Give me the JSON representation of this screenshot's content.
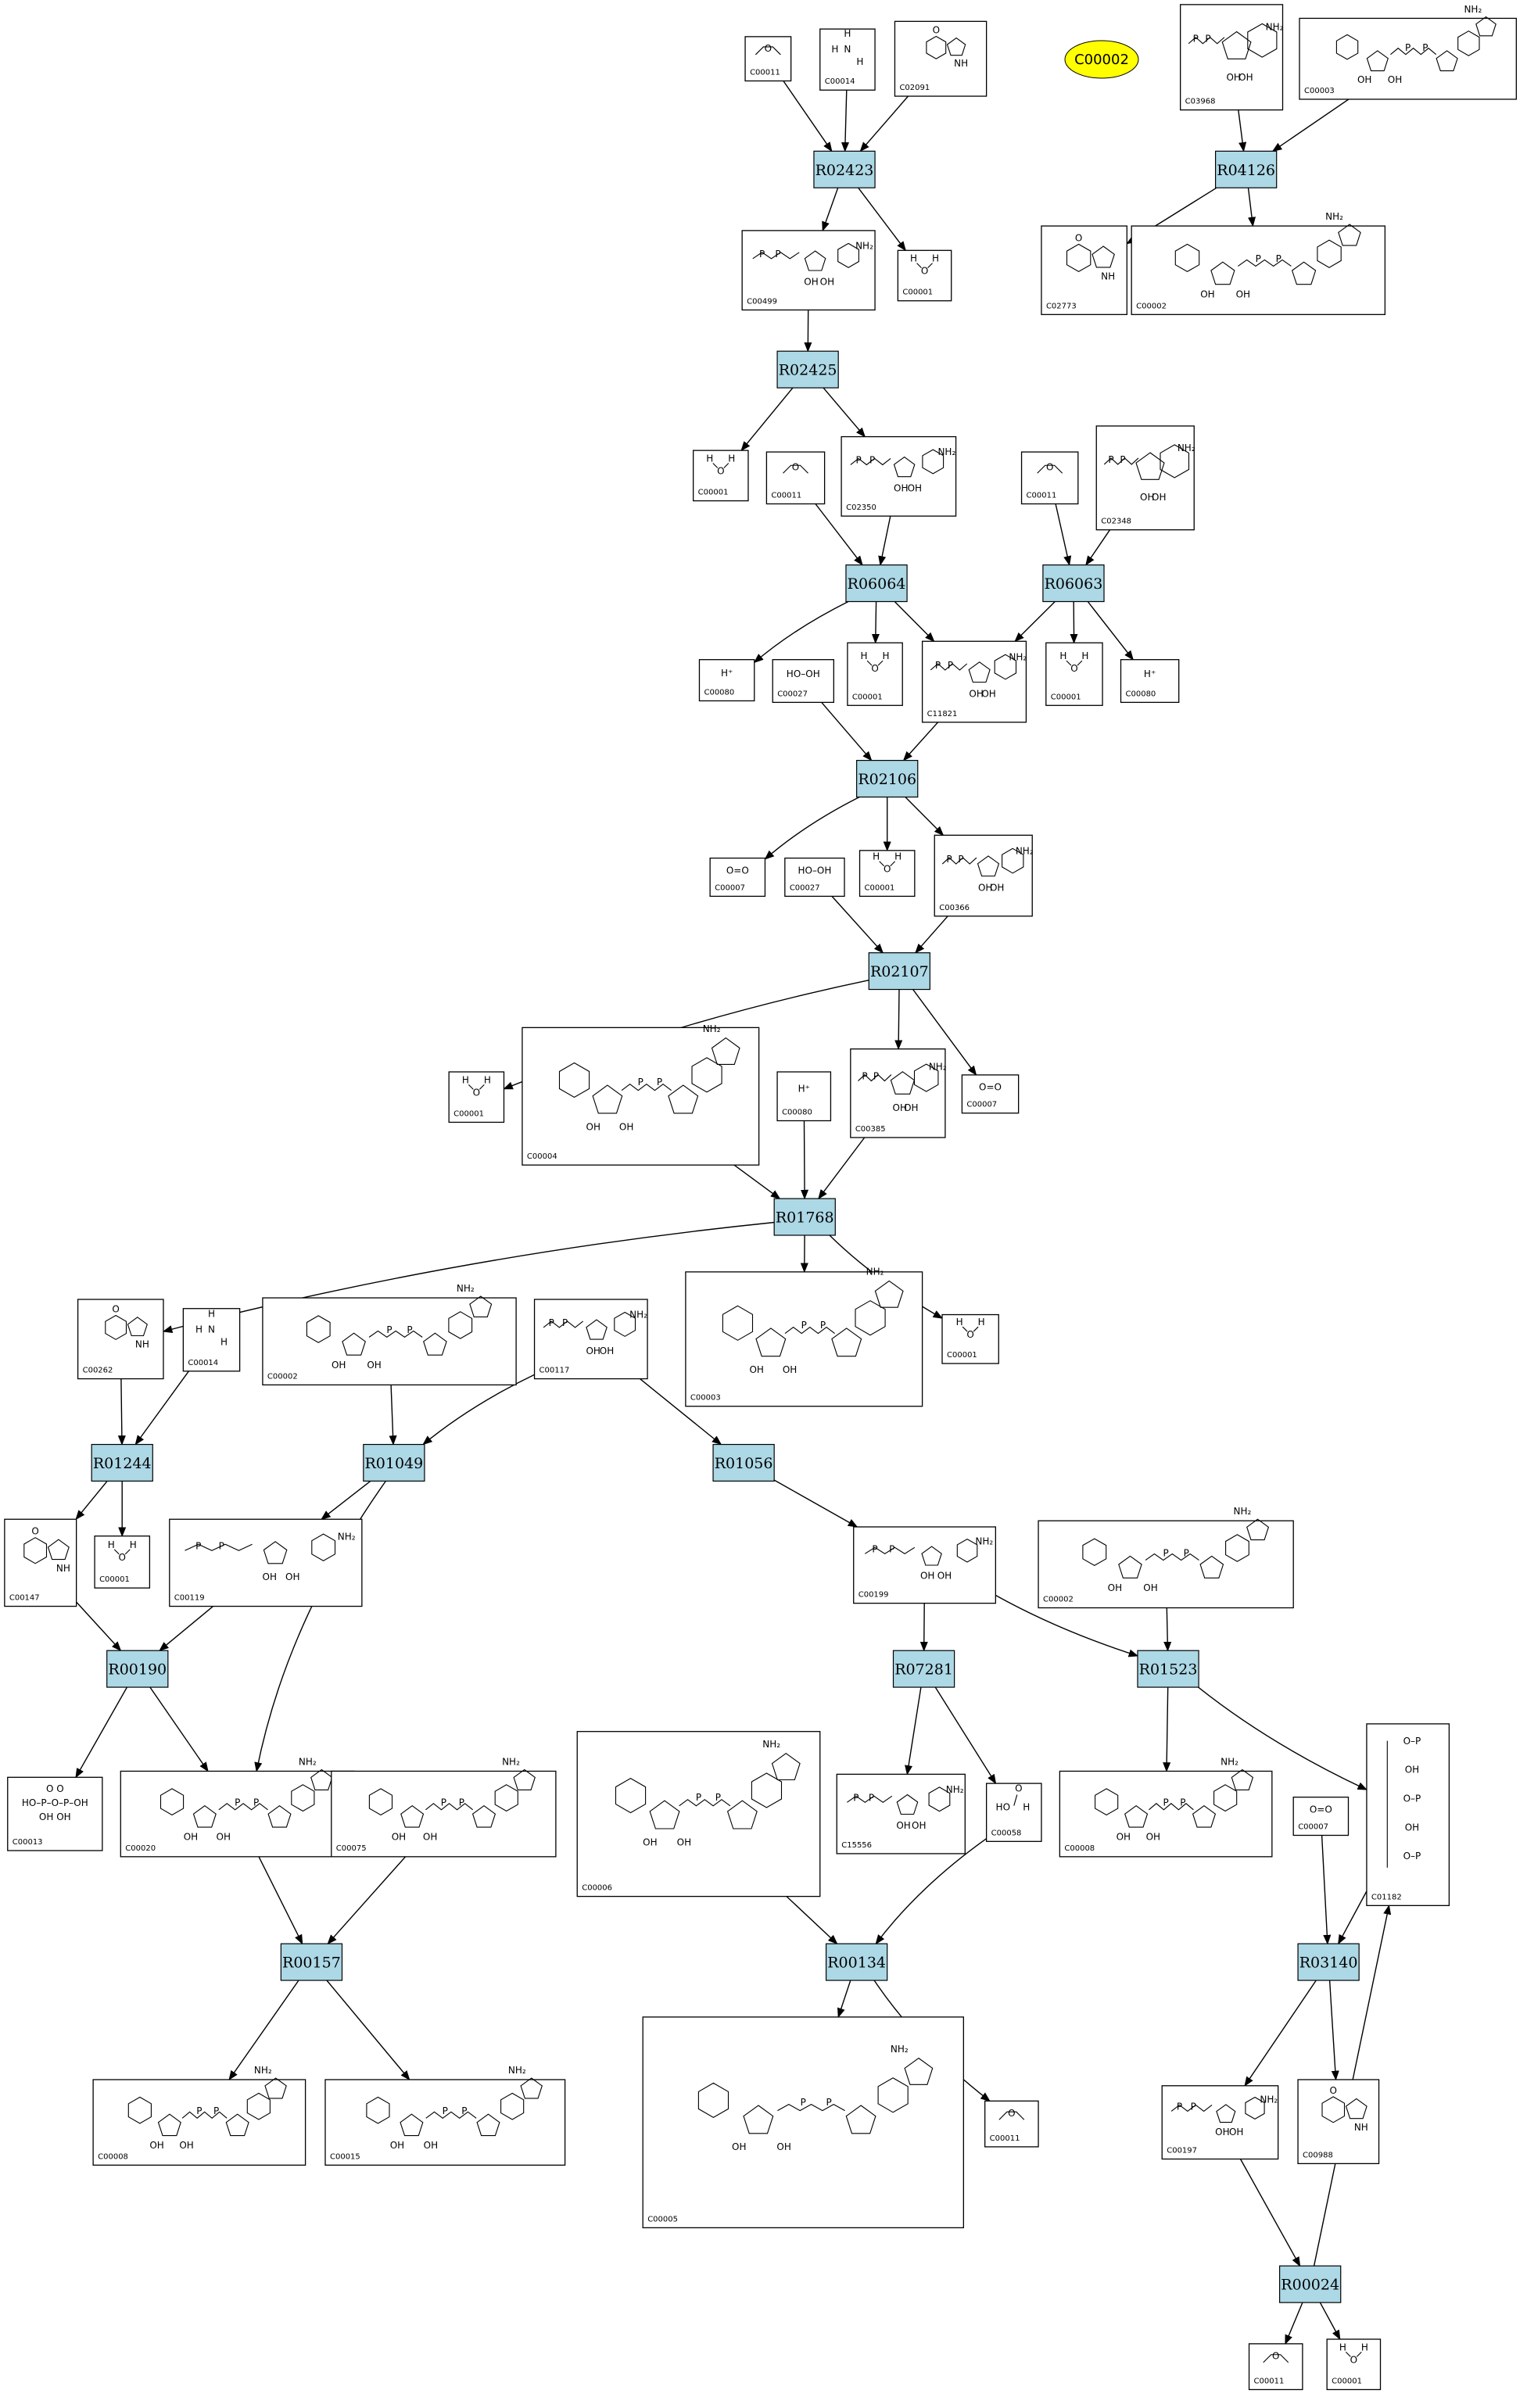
{
  "highlight": {
    "id": "C00002",
    "fill": "#ffff00"
  },
  "colors": {
    "reaction_fill": "#add8e6",
    "edge": "#000000",
    "box_stroke": "#000000"
  },
  "reactions": [
    {
      "id": "R02423",
      "label": "R02423"
    },
    {
      "id": "R04126",
      "label": "R04126"
    },
    {
      "id": "R02425",
      "label": "R02425"
    },
    {
      "id": "R06064",
      "label": "R06064"
    },
    {
      "id": "R06063",
      "label": "R06063"
    },
    {
      "id": "R02106",
      "label": "R02106"
    },
    {
      "id": "R02107",
      "label": "R02107"
    },
    {
      "id": "R01768",
      "label": "R01768"
    },
    {
      "id": "R01244",
      "label": "R01244"
    },
    {
      "id": "R01049",
      "label": "R01049"
    },
    {
      "id": "R01056",
      "label": "R01056"
    },
    {
      "id": "R00190",
      "label": "R00190"
    },
    {
      "id": "R07281",
      "label": "R07281"
    },
    {
      "id": "R01523",
      "label": "R01523"
    },
    {
      "id": "R00157",
      "label": "R00157"
    },
    {
      "id": "R00134",
      "label": "R00134"
    },
    {
      "id": "R03140",
      "label": "R03140"
    },
    {
      "id": "R00024",
      "label": "R00024"
    }
  ],
  "compounds": [
    {
      "key": "c1",
      "label": "C00011",
      "structure": "formaldehyde"
    },
    {
      "key": "c2",
      "label": "C00014",
      "structure": "ammonia"
    },
    {
      "key": "c3",
      "label": "C02091",
      "structure": "ureidoglycine"
    },
    {
      "key": "c4",
      "label": "C03968",
      "structure": "glycerophosphate-R"
    },
    {
      "key": "c5",
      "label": "C00003",
      "structure": "phospho-adenosine"
    },
    {
      "key": "c6",
      "label": "C00499",
      "structure": "diureidoacetate"
    },
    {
      "key": "c7",
      "label": "C00001",
      "structure": "water"
    },
    {
      "key": "c8",
      "label": "C02773",
      "structure": "glycerol-R"
    },
    {
      "key": "c9",
      "label": "C00002",
      "structure": "triphosphate-adenosine"
    },
    {
      "key": "c10",
      "label": "C00001",
      "structure": "water"
    },
    {
      "key": "c11",
      "label": "C00011",
      "structure": "formaldehyde"
    },
    {
      "key": "c12",
      "label": "C02350",
      "structure": "ureido-hydantoin"
    },
    {
      "key": "c13",
      "label": "C00011",
      "structure": "formaldehyde"
    },
    {
      "key": "c14",
      "label": "C02348",
      "structure": "ureido-amide"
    },
    {
      "key": "c15",
      "label": "C00080",
      "structure": "proton"
    },
    {
      "key": "c16",
      "label": "C00027",
      "structure": "peroxide"
    },
    {
      "key": "c17",
      "label": "C00001",
      "structure": "water"
    },
    {
      "key": "c18",
      "label": "C11821",
      "structure": "hydroxy-urate"
    },
    {
      "key": "c19",
      "label": "C00001",
      "structure": "water"
    },
    {
      "key": "c20",
      "label": "C00080",
      "structure": "proton"
    },
    {
      "key": "c21",
      "label": "C00007",
      "structure": "oxygen"
    },
    {
      "key": "c22",
      "label": "C00027",
      "structure": "peroxide"
    },
    {
      "key": "c23",
      "label": "C00001",
      "structure": "water"
    },
    {
      "key": "c24",
      "label": "C00366",
      "structure": "urate"
    },
    {
      "key": "c25",
      "label": "C00001",
      "structure": "water"
    },
    {
      "key": "c26",
      "label": "C00004",
      "structure": "nadh"
    },
    {
      "key": "c27",
      "label": "C00080",
      "structure": "proton"
    },
    {
      "key": "c28",
      "label": "C00385",
      "structure": "xanthine"
    },
    {
      "key": "c29",
      "label": "C00007",
      "structure": "oxygen"
    },
    {
      "key": "c30",
      "label": "C00262",
      "structure": "hypoxanthine"
    },
    {
      "key": "c31",
      "label": "C00014",
      "structure": "ammonia"
    },
    {
      "key": "c32",
      "label": "C00002",
      "structure": "triphosphate-adenosine"
    },
    {
      "key": "c33",
      "label": "C00117",
      "structure": "ribose-phosphate"
    },
    {
      "key": "c34",
      "label": "C00003",
      "structure": "nad"
    },
    {
      "key": "c35",
      "label": "C00001",
      "structure": "water"
    },
    {
      "key": "c36",
      "label": "C00147",
      "structure": "adenine"
    },
    {
      "key": "c37",
      "label": "C00001",
      "structure": "water"
    },
    {
      "key": "c38",
      "label": "C00119",
      "structure": "prpp"
    },
    {
      "key": "c39",
      "label": "C00199",
      "structure": "ribulose-phosphate"
    },
    {
      "key": "c40",
      "label": "C00002",
      "structure": "triphosphate-adenosine"
    },
    {
      "key": "c41",
      "label": "C00013",
      "structure": "pyrophosphate"
    },
    {
      "key": "c42",
      "label": "C00020",
      "structure": "amp"
    },
    {
      "key": "c43",
      "label": "C00075",
      "structure": "utp"
    },
    {
      "key": "c44",
      "label": "C00006",
      "structure": "nadp"
    },
    {
      "key": "c45",
      "label": "C15556",
      "structure": "dihydroxyacetone-phosphate"
    },
    {
      "key": "c46",
      "label": "C00058",
      "structure": "formate"
    },
    {
      "key": "c47",
      "label": "C00008",
      "structure": "adp"
    },
    {
      "key": "c48",
      "label": "C01182",
      "structure": "ribulose-bisphosphate"
    },
    {
      "key": "c49",
      "label": "C00007",
      "structure": "oxygen"
    },
    {
      "key": "c50",
      "label": "C00008",
      "structure": "adp"
    },
    {
      "key": "c51",
      "label": "C00015",
      "structure": "udp"
    },
    {
      "key": "c52",
      "label": "C00005",
      "structure": "nadph"
    },
    {
      "key": "c53",
      "label": "C00011",
      "structure": "formaldehyde"
    },
    {
      "key": "c54",
      "label": "C00197",
      "structure": "phosphoglycerate"
    },
    {
      "key": "c55",
      "label": "C00988",
      "structure": "phosphoglycolate"
    },
    {
      "key": "c56",
      "label": "C00011",
      "structure": "formaldehyde"
    },
    {
      "key": "c57",
      "label": "C00001",
      "structure": "water"
    }
  ],
  "edges": [
    [
      "c1",
      "R02423"
    ],
    [
      "c2",
      "R02423"
    ],
    [
      "c3",
      "R02423"
    ],
    [
      "R02423",
      "c6"
    ],
    [
      "R02423",
      "c7"
    ],
    [
      "c4",
      "R04126"
    ],
    [
      "c5",
      "R04126"
    ],
    [
      "R04126",
      "c8"
    ],
    [
      "R04126",
      "c9"
    ],
    [
      "c6",
      "R02425"
    ],
    [
      "R02425",
      "c10"
    ],
    [
      "R02425",
      "c12"
    ],
    [
      "c11",
      "R06064"
    ],
    [
      "c12",
      "R06064"
    ],
    [
      "R06064",
      "c15"
    ],
    [
      "R06064",
      "c17"
    ],
    [
      "R06064",
      "c18"
    ],
    [
      "c13",
      "R06063"
    ],
    [
      "c14",
      "R06063"
    ],
    [
      "R06063",
      "c18"
    ],
    [
      "R06063",
      "c19"
    ],
    [
      "R06063",
      "c20"
    ],
    [
      "c16",
      "R02106"
    ],
    [
      "c18",
      "R02106"
    ],
    [
      "R02106",
      "c21"
    ],
    [
      "R02106",
      "c23"
    ],
    [
      "R02106",
      "c24"
    ],
    [
      "c22",
      "R02107"
    ],
    [
      "c24",
      "R02107"
    ],
    [
      "R02107",
      "c25"
    ],
    [
      "R02107",
      "c28"
    ],
    [
      "R02107",
      "c29"
    ],
    [
      "c26",
      "R01768"
    ],
    [
      "c27",
      "R01768"
    ],
    [
      "c28",
      "R01768"
    ],
    [
      "R01768",
      "c30"
    ],
    [
      "R01768",
      "c34"
    ],
    [
      "R01768",
      "c35"
    ],
    [
      "c30",
      "R01244"
    ],
    [
      "c31",
      "R01244"
    ],
    [
      "R01244",
      "c36"
    ],
    [
      "R01244",
      "c37"
    ],
    [
      "c32",
      "R01049"
    ],
    [
      "c33",
      "R01049"
    ],
    [
      "R01049",
      "c38"
    ],
    [
      "R01049",
      "c42"
    ],
    [
      "c33",
      "R01056"
    ],
    [
      "R01056",
      "c39"
    ],
    [
      "c36",
      "R00190"
    ],
    [
      "c38",
      "R00190"
    ],
    [
      "R00190",
      "c41"
    ],
    [
      "R00190",
      "c42"
    ],
    [
      "c39",
      "R07281"
    ],
    [
      "R07281",
      "c45"
    ],
    [
      "R07281",
      "c46"
    ],
    [
      "c39",
      "R01523"
    ],
    [
      "c40",
      "R01523"
    ],
    [
      "R01523",
      "c47"
    ],
    [
      "R01523",
      "c48"
    ],
    [
      "c42",
      "R00157"
    ],
    [
      "c43",
      "R00157"
    ],
    [
      "R00157",
      "c50"
    ],
    [
      "R00157",
      "c51"
    ],
    [
      "c44",
      "R00134"
    ],
    [
      "c46",
      "R00134"
    ],
    [
      "R00134",
      "c52"
    ],
    [
      "R00134",
      "c53"
    ],
    [
      "c48",
      "R03140"
    ],
    [
      "c49",
      "R03140"
    ],
    [
      "R03140",
      "c54"
    ],
    [
      "R03140",
      "c55"
    ],
    [
      "c54",
      "R00024"
    ],
    [
      "R00024",
      "c48"
    ],
    [
      "R00024",
      "c56"
    ],
    [
      "R00024",
      "c57"
    ]
  ]
}
